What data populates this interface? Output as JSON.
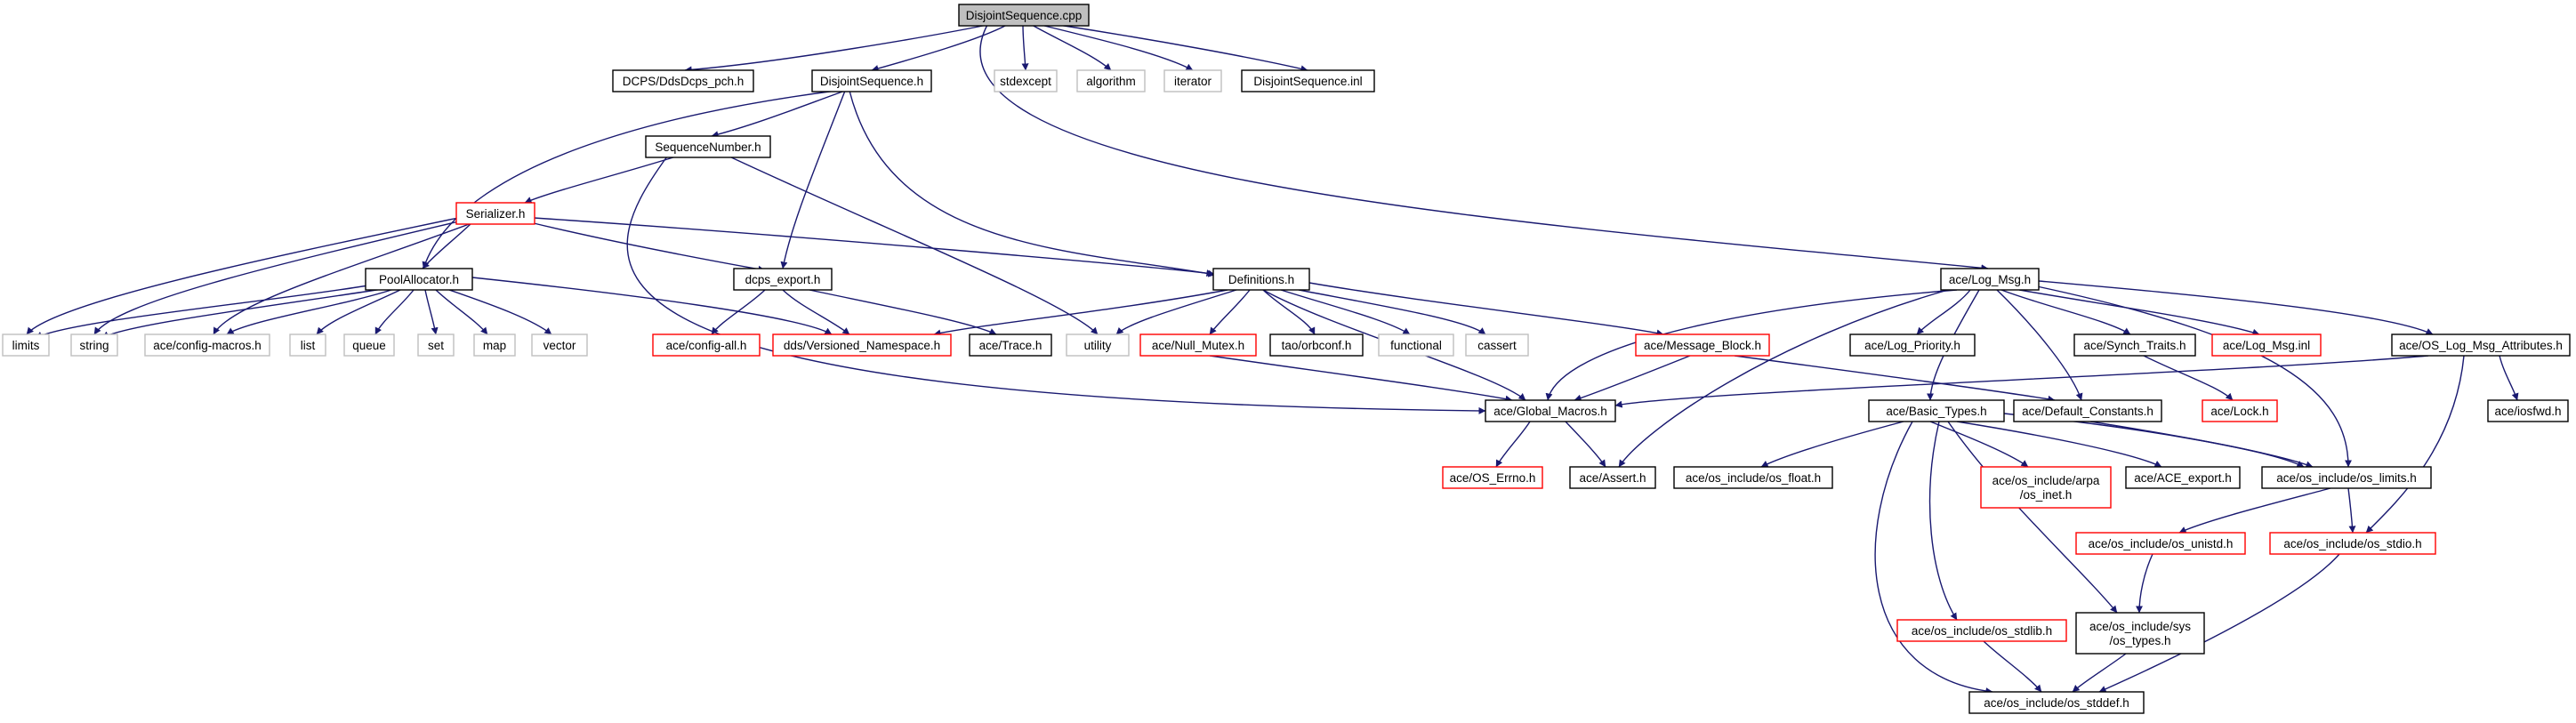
{
  "colors": {
    "edge": "#191970",
    "node_root_fill": "#bfbfbf",
    "node_fill": "#ffffff",
    "border_normal": "#000000",
    "border_truncated": "#ff0000",
    "border_system": "#bfbfbf"
  },
  "nodes": [
    {
      "id": "n0",
      "lines": [
        "DisjointSequence.cpp"
      ],
      "kind": "root"
    },
    {
      "id": "n1",
      "lines": [
        "DCPS/DdsDcps_pch.h"
      ],
      "kind": "normal"
    },
    {
      "id": "n2",
      "lines": [
        "DisjointSequence.h"
      ],
      "kind": "normal"
    },
    {
      "id": "n3",
      "lines": [
        "stdexcept"
      ],
      "kind": "system"
    },
    {
      "id": "n4",
      "lines": [
        "algorithm"
      ],
      "kind": "system"
    },
    {
      "id": "n5",
      "lines": [
        "iterator"
      ],
      "kind": "system"
    },
    {
      "id": "n6",
      "lines": [
        "DisjointSequence.inl"
      ],
      "kind": "normal"
    },
    {
      "id": "n7",
      "lines": [
        "SequenceNumber.h"
      ],
      "kind": "normal"
    },
    {
      "id": "n8",
      "lines": [
        "Serializer.h"
      ],
      "kind": "truncated"
    },
    {
      "id": "n9",
      "lines": [
        "PoolAllocator.h"
      ],
      "kind": "normal"
    },
    {
      "id": "n10",
      "lines": [
        "dcps_export.h"
      ],
      "kind": "normal"
    },
    {
      "id": "n11",
      "lines": [
        "Definitions.h"
      ],
      "kind": "normal"
    },
    {
      "id": "n12",
      "lines": [
        "ace/Log_Msg.h"
      ],
      "kind": "normal"
    },
    {
      "id": "n13",
      "lines": [
        "limits"
      ],
      "kind": "system"
    },
    {
      "id": "n14",
      "lines": [
        "string"
      ],
      "kind": "system"
    },
    {
      "id": "n15",
      "lines": [
        "ace/config-macros.h"
      ],
      "kind": "system"
    },
    {
      "id": "n16",
      "lines": [
        "list"
      ],
      "kind": "system"
    },
    {
      "id": "n17",
      "lines": [
        "queue"
      ],
      "kind": "system"
    },
    {
      "id": "n18",
      "lines": [
        "set"
      ],
      "kind": "system"
    },
    {
      "id": "n19",
      "lines": [
        "map"
      ],
      "kind": "system"
    },
    {
      "id": "n20",
      "lines": [
        "vector"
      ],
      "kind": "system"
    },
    {
      "id": "n21",
      "lines": [
        "ace/config-all.h"
      ],
      "kind": "truncated"
    },
    {
      "id": "n22",
      "lines": [
        "dds/Versioned_Namespace.h"
      ],
      "kind": "truncated"
    },
    {
      "id": "n23",
      "lines": [
        "ace/Trace.h"
      ],
      "kind": "normal"
    },
    {
      "id": "n24",
      "lines": [
        "utility"
      ],
      "kind": "system"
    },
    {
      "id": "n25",
      "lines": [
        "ace/Null_Mutex.h"
      ],
      "kind": "truncated"
    },
    {
      "id": "n26",
      "lines": [
        "tao/orbconf.h"
      ],
      "kind": "normal"
    },
    {
      "id": "n27",
      "lines": [
        "functional"
      ],
      "kind": "system"
    },
    {
      "id": "n28",
      "lines": [
        "cassert"
      ],
      "kind": "system"
    },
    {
      "id": "n29",
      "lines": [
        "ace/Message_Block.h"
      ],
      "kind": "truncated"
    },
    {
      "id": "n30",
      "lines": [
        "ace/Log_Priority.h"
      ],
      "kind": "normal"
    },
    {
      "id": "n31",
      "lines": [
        "ace/Synch_Traits.h"
      ],
      "kind": "normal"
    },
    {
      "id": "n32",
      "lines": [
        "ace/Log_Msg.inl"
      ],
      "kind": "truncated"
    },
    {
      "id": "n33",
      "lines": [
        "ace/OS_Log_Msg_Attributes.h"
      ],
      "kind": "normal"
    },
    {
      "id": "n34",
      "lines": [
        "ace/Global_Macros.h"
      ],
      "kind": "normal"
    },
    {
      "id": "n35",
      "lines": [
        "ace/Basic_Types.h"
      ],
      "kind": "normal"
    },
    {
      "id": "n36",
      "lines": [
        "ace/Default_Constants.h"
      ],
      "kind": "normal"
    },
    {
      "id": "n37",
      "lines": [
        "ace/Lock.h"
      ],
      "kind": "truncated"
    },
    {
      "id": "n38",
      "lines": [
        "ace/iosfwd.h"
      ],
      "kind": "normal"
    },
    {
      "id": "n39",
      "lines": [
        "ace/OS_Errno.h"
      ],
      "kind": "truncated"
    },
    {
      "id": "n40",
      "lines": [
        "ace/Assert.h"
      ],
      "kind": "normal"
    },
    {
      "id": "n41",
      "lines": [
        "ace/os_include/os_float.h"
      ],
      "kind": "normal"
    },
    {
      "id": "n42",
      "lines": [
        "ace/os_include/arpa",
        "/os_inet.h"
      ],
      "kind": "truncated"
    },
    {
      "id": "n43",
      "lines": [
        "ace/ACE_export.h"
      ],
      "kind": "normal"
    },
    {
      "id": "n44",
      "lines": [
        "ace/os_include/os_limits.h"
      ],
      "kind": "normal"
    },
    {
      "id": "n45",
      "lines": [
        "ace/os_include/os_unistd.h"
      ],
      "kind": "truncated"
    },
    {
      "id": "n46",
      "lines": [
        "ace/os_include/os_stdio.h"
      ],
      "kind": "truncated"
    },
    {
      "id": "n47",
      "lines": [
        "ace/os_include/os_stdlib.h"
      ],
      "kind": "truncated"
    },
    {
      "id": "n48",
      "lines": [
        "ace/os_include/sys",
        "/os_types.h"
      ],
      "kind": "normal"
    },
    {
      "id": "n49",
      "lines": [
        "ace/os_include/os_stddef.h"
      ],
      "kind": "normal"
    }
  ],
  "edges": [
    [
      "n0",
      "n1"
    ],
    [
      "n0",
      "n2"
    ],
    [
      "n0",
      "n3"
    ],
    [
      "n0",
      "n4"
    ],
    [
      "n0",
      "n5"
    ],
    [
      "n0",
      "n6"
    ],
    [
      "n0",
      "n12"
    ],
    [
      "n2",
      "n7"
    ],
    [
      "n2",
      "n9"
    ],
    [
      "n2",
      "n10"
    ],
    [
      "n2",
      "n11"
    ],
    [
      "n7",
      "n8"
    ],
    [
      "n7",
      "n34"
    ],
    [
      "n7",
      "n24"
    ],
    [
      "n8",
      "n9"
    ],
    [
      "n8",
      "n10"
    ],
    [
      "n8",
      "n11"
    ],
    [
      "n8",
      "n13"
    ],
    [
      "n8",
      "n14"
    ],
    [
      "n8",
      "n15"
    ],
    [
      "n9",
      "n13"
    ],
    [
      "n9",
      "n14"
    ],
    [
      "n9",
      "n15"
    ],
    [
      "n9",
      "n16"
    ],
    [
      "n9",
      "n17"
    ],
    [
      "n9",
      "n18"
    ],
    [
      "n9",
      "n19"
    ],
    [
      "n9",
      "n20"
    ],
    [
      "n9",
      "n22"
    ],
    [
      "n10",
      "n21"
    ],
    [
      "n10",
      "n22"
    ],
    [
      "n10",
      "n23"
    ],
    [
      "n11",
      "n22"
    ],
    [
      "n11",
      "n24"
    ],
    [
      "n11",
      "n25"
    ],
    [
      "n11",
      "n26"
    ],
    [
      "n11",
      "n27"
    ],
    [
      "n11",
      "n28"
    ],
    [
      "n11",
      "n34"
    ],
    [
      "n11",
      "n29"
    ],
    [
      "n12",
      "n34"
    ],
    [
      "n12",
      "n30"
    ],
    [
      "n12",
      "n31"
    ],
    [
      "n12",
      "n32"
    ],
    [
      "n12",
      "n33"
    ],
    [
      "n12",
      "n35"
    ],
    [
      "n12",
      "n36"
    ],
    [
      "n12",
      "n40"
    ],
    [
      "n12",
      "n44"
    ],
    [
      "n25",
      "n34"
    ],
    [
      "n29",
      "n34"
    ],
    [
      "n29",
      "n36"
    ],
    [
      "n31",
      "n37"
    ],
    [
      "n33",
      "n34"
    ],
    [
      "n33",
      "n38"
    ],
    [
      "n33",
      "n46"
    ],
    [
      "n34",
      "n39"
    ],
    [
      "n34",
      "n40"
    ],
    [
      "n35",
      "n41"
    ],
    [
      "n35",
      "n42"
    ],
    [
      "n35",
      "n43"
    ],
    [
      "n35",
      "n44"
    ],
    [
      "n35",
      "n47"
    ],
    [
      "n35",
      "n48"
    ],
    [
      "n35",
      "n49"
    ],
    [
      "n36",
      "n44"
    ],
    [
      "n44",
      "n45"
    ],
    [
      "n44",
      "n46"
    ],
    [
      "n45",
      "n48"
    ],
    [
      "n46",
      "n49"
    ],
    [
      "n47",
      "n49"
    ],
    [
      "n48",
      "n49"
    ]
  ]
}
